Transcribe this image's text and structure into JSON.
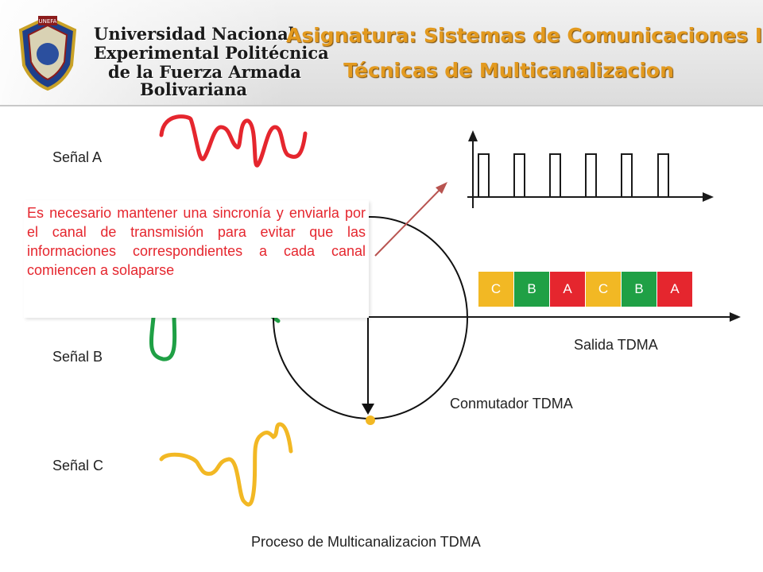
{
  "header": {
    "university_lines": [
      "Universidad Nacional",
      "Experimental  Politécnica",
      "de la Fuerza Armada",
      "Bolivariana"
    ],
    "seal_text": "UNEFA",
    "title_line1": "Asignatura: Sistemas de Comunicaciones I",
    "title_line2": "Técnicas de Multicanalizacion"
  },
  "signals": {
    "a_label": "Señal A",
    "b_label": "Señal B",
    "c_label": "Señal C",
    "a_color": "#e5262e",
    "b_color": "#1fa045",
    "c_color": "#f2b824"
  },
  "note": "Es necesario mantener una sincronía y enviarla por el canal de transmisión para evitar que las informaciones correspondientes a cada canal comiencen a solaparse",
  "tdma": {
    "frames": [
      {
        "label": "C",
        "color": "#f2b824"
      },
      {
        "label": "B",
        "color": "#1fa045"
      },
      {
        "label": "A",
        "color": "#e5262e"
      },
      {
        "label": "C",
        "color": "#f2b824"
      },
      {
        "label": "B",
        "color": "#1fa045"
      },
      {
        "label": "A",
        "color": "#e5262e"
      }
    ],
    "output_label": "Salida TDMA",
    "switch_label": "Conmutador TDMA",
    "caption": "Proceso de Multicanalizacion TDMA"
  }
}
